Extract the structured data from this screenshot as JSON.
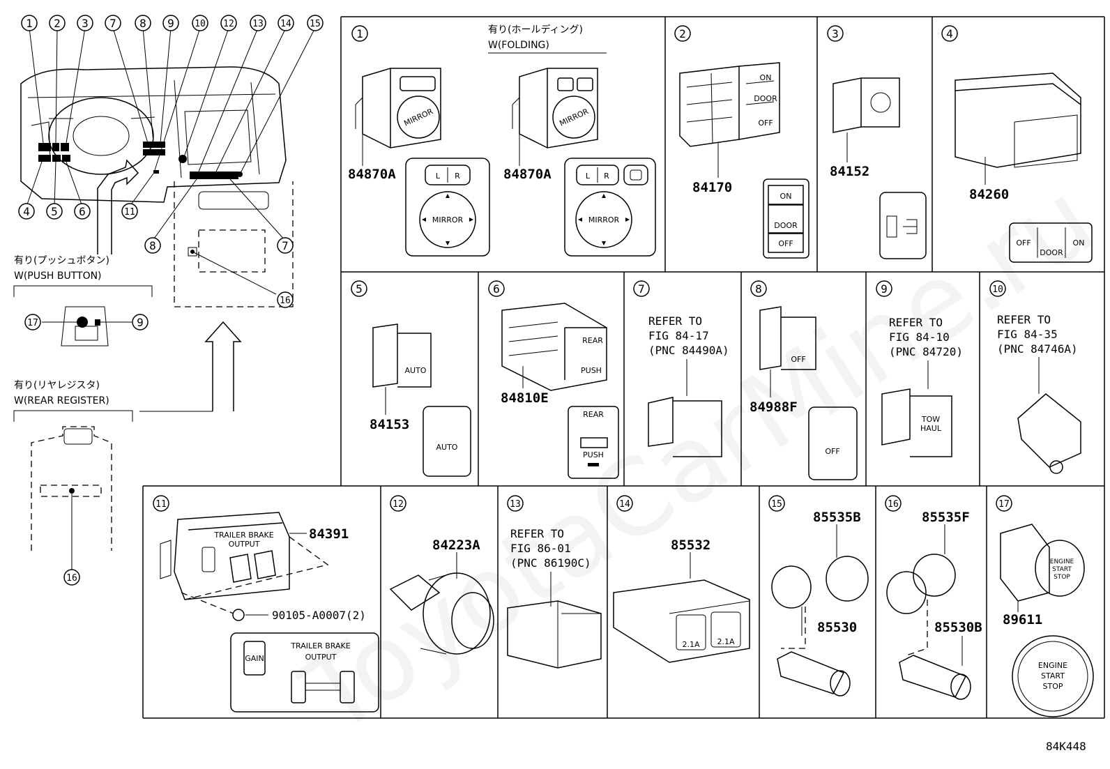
{
  "figure_code": "84K448",
  "watermark": "ToyotaCarMine.ru",
  "overview": {
    "callouts_top": [
      "1",
      "2",
      "3",
      "7",
      "8",
      "9",
      "10",
      "12",
      "13",
      "14",
      "15"
    ],
    "callouts_bottom": [
      "4",
      "5",
      "6",
      "11",
      "8",
      "7",
      "16"
    ],
    "push_button": {
      "caption_jp": "有り(プッシュボタン)",
      "caption_en": "W(PUSH BUTTON)",
      "left": "17",
      "right": "9"
    },
    "rear_register": {
      "caption_jp": "有り(リヤレジスタ)",
      "caption_en": "W(REAR REGISTER)",
      "ref": "16"
    }
  },
  "cells": [
    {
      "id": "1",
      "caption_jp": "有り(ホールディング)",
      "caption_en": "W(FOLDING)",
      "parts": [
        "84870A",
        "84870A"
      ],
      "labels": {
        "l": "L",
        "r": "R",
        "mirror": "MIRROR",
        "face": "MIRROR"
      }
    },
    {
      "id": "2",
      "parts": [
        "84170"
      ],
      "labels": {
        "on": "ON",
        "door": "DOOR",
        "off": "OFF"
      }
    },
    {
      "id": "3",
      "parts": [
        "84152"
      ]
    },
    {
      "id": "4",
      "parts": [
        "84260"
      ],
      "labels": {
        "off": "OFF",
        "door": "DOOR",
        "on": "ON"
      }
    },
    {
      "id": "5",
      "parts": [
        "84153"
      ],
      "labels": {
        "auto": "AUTO"
      }
    },
    {
      "id": "6",
      "parts": [
        "84810E"
      ],
      "labels": {
        "rear": "REAR",
        "push": "PUSH"
      }
    },
    {
      "id": "7",
      "refer": [
        "REFER TO",
        "FIG 84-17",
        "(PNC 84490A)"
      ]
    },
    {
      "id": "8",
      "parts": [
        "84988F"
      ],
      "labels": {
        "off": "OFF"
      }
    },
    {
      "id": "9",
      "refer": [
        "REFER TO",
        "FIG 84-10",
        "(PNC 84720)"
      ],
      "labels": {
        "tow": "TOW",
        "haul": "HAUL"
      }
    },
    {
      "id": "10",
      "refer": [
        "REFER TO",
        "FIG 84-35",
        "(PNC 84746A)"
      ]
    },
    {
      "id": "11",
      "parts": [
        "84391",
        "90105-A0007(2)"
      ],
      "labels": {
        "tbo1": "TRAILER BRAKE",
        "tbo2": "OUTPUT",
        "gain": "GAIN"
      }
    },
    {
      "id": "12",
      "parts": [
        "84223A"
      ]
    },
    {
      "id": "13",
      "refer": [
        "REFER TO",
        "FIG 86-01",
        "(PNC 86190C)"
      ]
    },
    {
      "id": "14",
      "parts": [
        "85532"
      ],
      "labels": {
        "amp": "2.1A"
      }
    },
    {
      "id": "15",
      "parts": [
        "85535B",
        "85530"
      ]
    },
    {
      "id": "16",
      "parts": [
        "85535F",
        "85530B"
      ]
    },
    {
      "id": "17",
      "parts": [
        "89611"
      ],
      "labels": {
        "e1": "ENGINE",
        "e2": "START",
        "e3": "STOP"
      }
    }
  ]
}
